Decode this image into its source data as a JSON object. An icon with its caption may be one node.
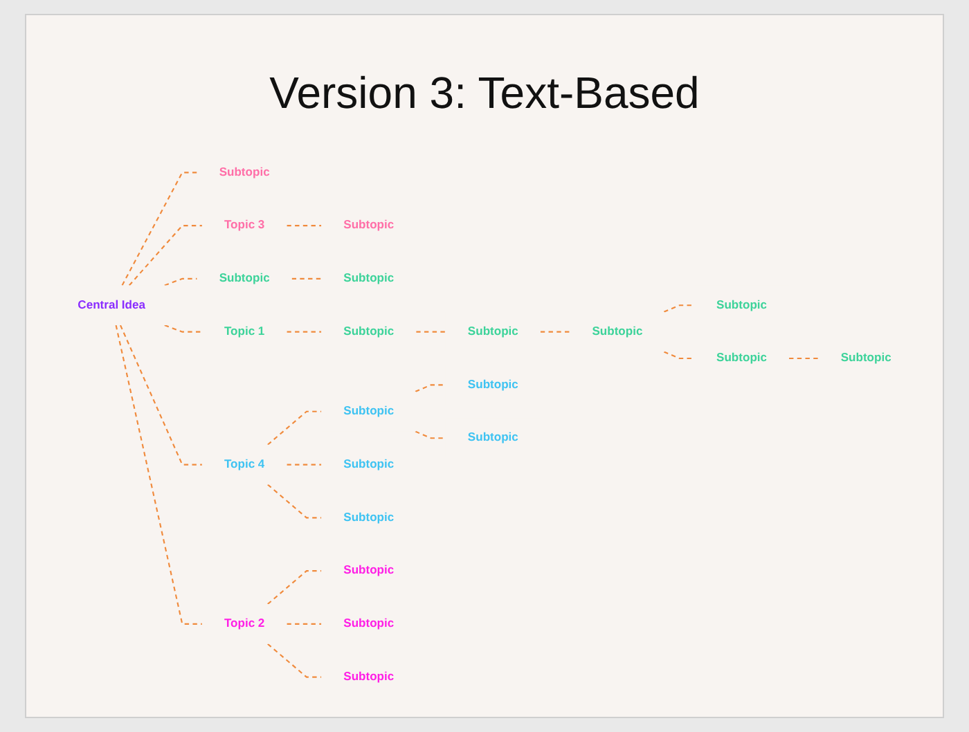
{
  "diagram": {
    "title": "Version 3: Text-Based",
    "nodes": [
      {
        "text": [
          "Subtopic"
        ]
      },
      {
        "text": [
          "Subtopic"
        ]
      },
      {
        "text": [
          "Subtopic"
        ]
      },
      {
        "text": [
          "Topic 3"
        ]
      },
      {
        "text": [
          "Subtopic"
        ]
      },
      {
        "text": [
          "Subtopic"
        ]
      },
      {
        "text": [
          "Topic 1"
        ]
      },
      {
        "text": [
          "Subtopic"
        ]
      },
      {
        "text": [
          "Central Idea"
        ]
      },
      {
        "text": [
          "Subtopic"
        ]
      },
      {
        "text": [
          "Subtopic"
        ]
      },
      {
        "text": [
          "Subtopic"
        ]
      },
      {
        "text": [
          "Topic 4"
        ]
      },
      {
        "text": [
          "Subtopic"
        ]
      },
      {
        "text": [
          "Subtopic"
        ]
      },
      {
        "text": [
          "Subtopic"
        ]
      },
      {
        "text": [
          "Topic 2"
        ]
      },
      {
        "text": [
          "Subtopic"
        ]
      },
      {
        "text": [
          "Subtopic"
        ]
      },
      {
        "text": [
          "Subtopic"
        ]
      },
      {
        "text": [
          "Subtopic"
        ]
      },
      {
        "text": [
          "Subtopic"
        ]
      },
      {
        "text": [
          "Subtopic"
        ]
      }
    ],
    "edges": [
      {
        "from": 8,
        "to": 0,
        "arrow": "none",
        "style": "dashed"
      },
      {
        "from": 8,
        "to": 3,
        "arrow": "none",
        "style": "dashed"
      },
      {
        "from": 8,
        "to": 4,
        "arrow": "none",
        "style": "dashed"
      },
      {
        "from": 8,
        "to": 6,
        "arrow": "none",
        "style": "dashed"
      },
      {
        "from": 8,
        "to": 12,
        "arrow": "none",
        "style": "dashed"
      },
      {
        "from": 8,
        "to": 16,
        "arrow": "none",
        "style": "dashed"
      },
      {
        "from": 3,
        "to": 9,
        "arrow": "none",
        "style": "dashed"
      },
      {
        "from": 4,
        "to": 1,
        "arrow": "none",
        "style": "dashed"
      },
      {
        "from": 6,
        "to": 5,
        "arrow": "none",
        "style": "dashed"
      },
      {
        "from": 5,
        "to": 2,
        "arrow": "none",
        "style": "dashed"
      },
      {
        "from": 2,
        "to": 7,
        "arrow": "none",
        "style": "dashed"
      },
      {
        "from": 7,
        "to": 14,
        "arrow": "none",
        "style": "dashed"
      },
      {
        "from": 7,
        "to": 11,
        "arrow": "none",
        "style": "dashed"
      },
      {
        "from": 11,
        "to": 10,
        "arrow": "none",
        "style": "dashed"
      },
      {
        "from": 12,
        "to": 13,
        "arrow": "none",
        "style": "dashed"
      },
      {
        "from": 13,
        "to": 15,
        "arrow": "none",
        "style": "dashed"
      },
      {
        "from": 13,
        "to": 17,
        "arrow": "none",
        "style": "dashed"
      },
      {
        "from": 12,
        "to": 20,
        "arrow": "none",
        "style": "dashed"
      },
      {
        "from": 12,
        "to": 21,
        "arrow": "none",
        "style": "dashed"
      },
      {
        "from": 16,
        "to": 18,
        "arrow": "none",
        "style": "dashed"
      },
      {
        "from": 16,
        "to": 22,
        "arrow": "none",
        "style": "dashed"
      },
      {
        "from": 16,
        "to": 19,
        "arrow": "none",
        "style": "dashed"
      }
    ]
  }
}
